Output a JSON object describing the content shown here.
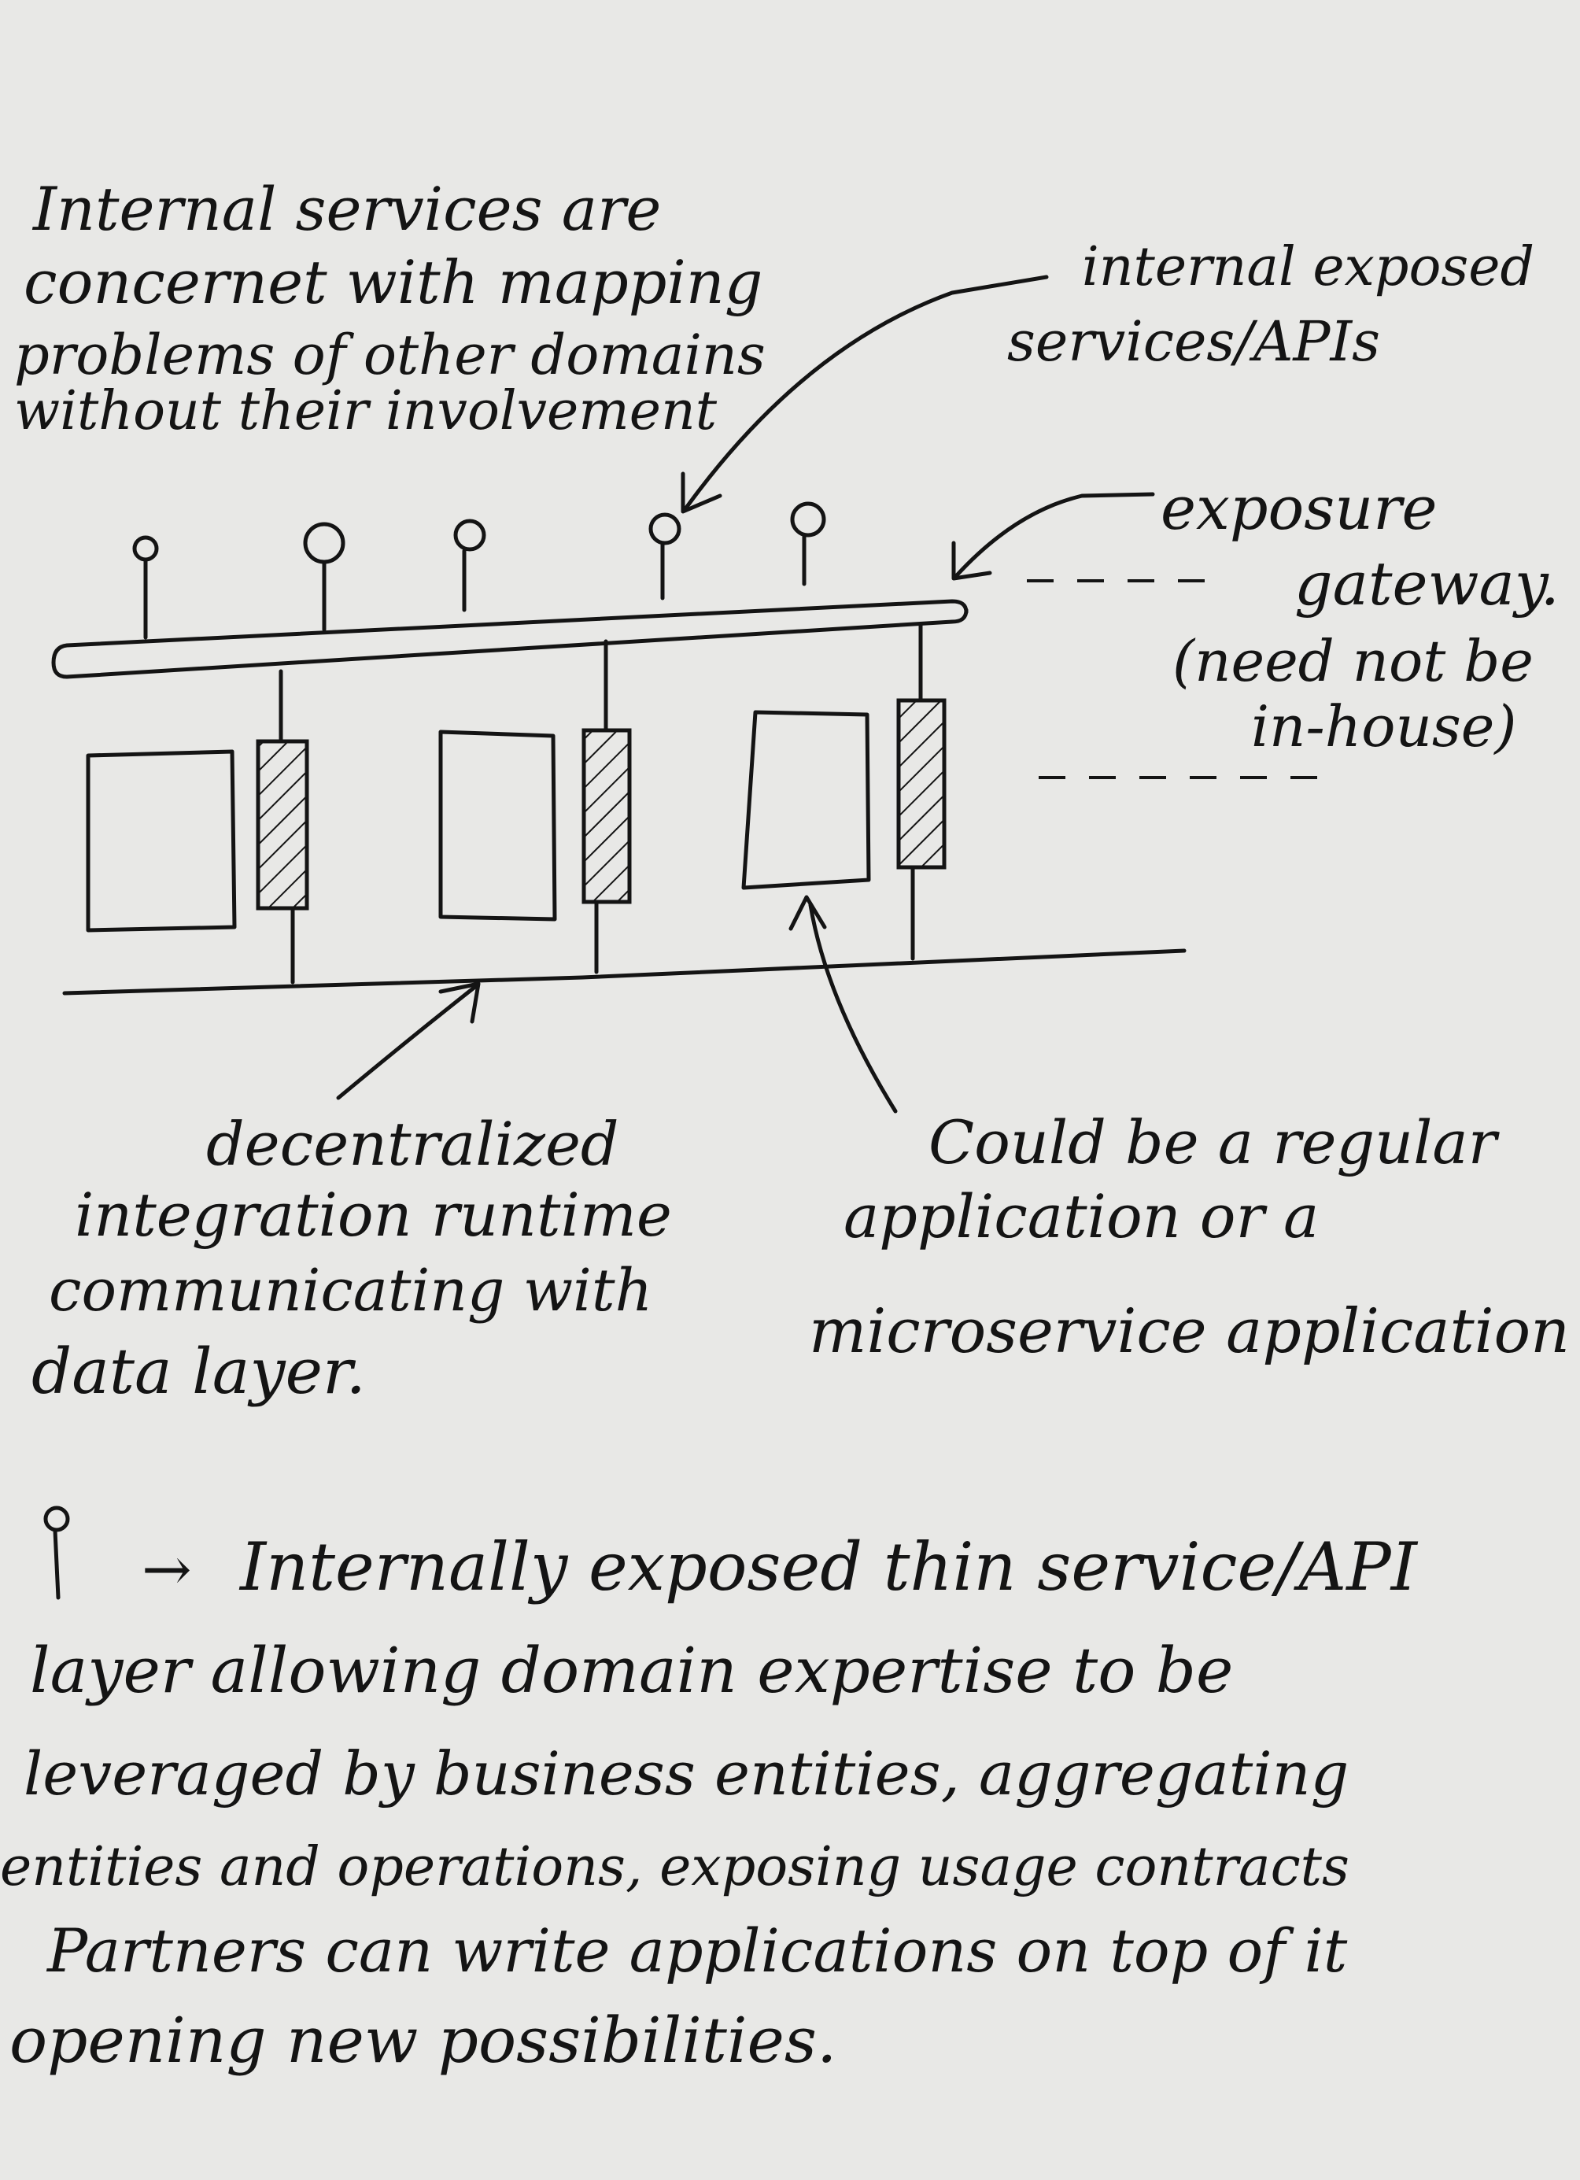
{
  "annotations": {
    "top_left": [
      "Internal services are",
      "concernet with mapping",
      "problems of other domains",
      "without their involvement"
    ],
    "internal_exposed": [
      "internal exposed",
      "services/APIs"
    ],
    "exposure_gateway": [
      "exposure",
      "gateway.",
      "(need not be",
      "in-house)"
    ],
    "decentralized": [
      "decentralized",
      "integration runtime",
      "communicating with",
      "data layer."
    ],
    "could_be": [
      "Could be a regular",
      "application or a",
      "microservice application"
    ]
  },
  "legend": {
    "arrow_label": "→",
    "lines": [
      "Internally exposed thin service/API",
      "layer allowing domain expertise to be",
      "leveraged by business entities, aggregating",
      "entities and operations, exposing usage contracts",
      "Partners can write applications on top of it",
      "opening new possibilities."
    ]
  },
  "colors": {
    "paper": "#e8e8e6",
    "ink": "#141414"
  },
  "diagram": {
    "api_pin_count": 5,
    "application_box_count": 3,
    "integration_runtime_count": 3
  }
}
